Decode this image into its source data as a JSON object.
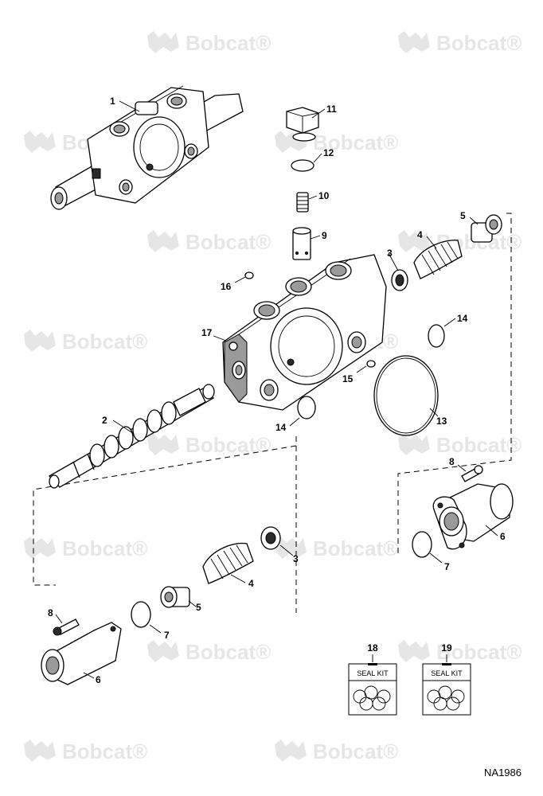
{
  "watermark": {
    "text": "Bobcat",
    "reg_mark": "®"
  },
  "drawing_code": "NA1986",
  "seal_kits": [
    {
      "number": "18",
      "label": "SEAL KIT"
    },
    {
      "number": "19",
      "label": "SEAL KIT"
    }
  ],
  "callouts": [
    "1",
    "2",
    "3",
    "3",
    "4",
    "4",
    "5",
    "5",
    "6",
    "6",
    "7",
    "7",
    "8",
    "8",
    "9",
    "10",
    "11",
    "12",
    "13",
    "14",
    "14",
    "15",
    "16",
    "17"
  ],
  "colors": {
    "line": "#000000",
    "watermark": "#e6e6e6",
    "shading": "#9a9a9a"
  }
}
